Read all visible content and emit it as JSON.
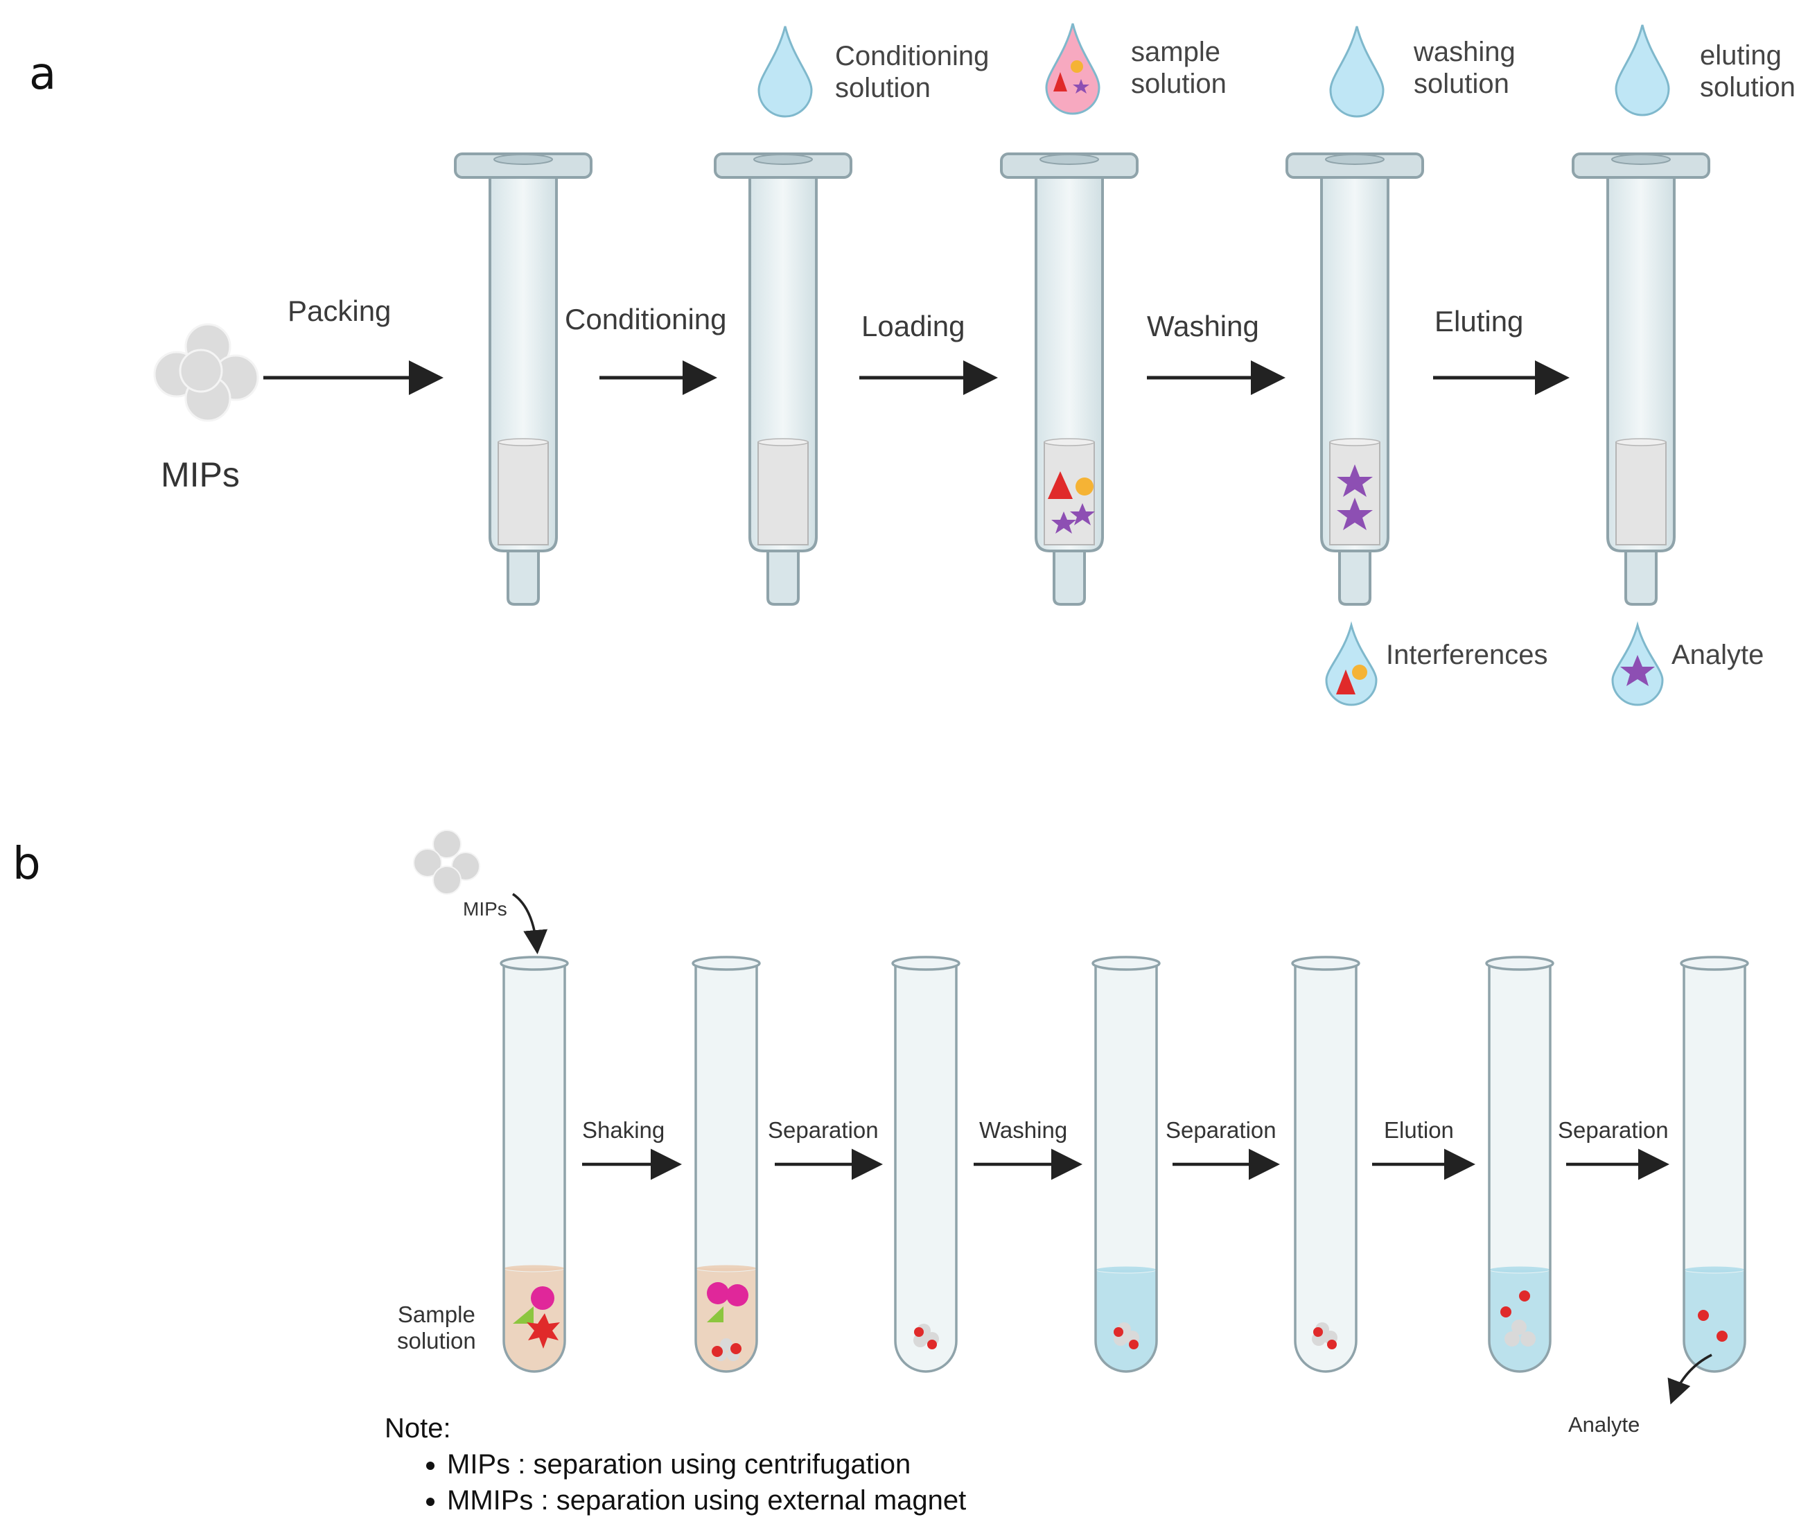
{
  "panel_a": {
    "letter": "a",
    "mips_label": "MIPs",
    "steps": [
      "Packing",
      "Conditioning",
      "Loading",
      "Washing",
      "Eluting"
    ],
    "solutions": [
      {
        "label": "Conditioning\nsolution",
        "drop_color": "#bfe6f5"
      },
      {
        "label": "sample\nsolution",
        "drop_color": "#f7a9c0"
      },
      {
        "label": "washing\nsolution",
        "drop_color": "#bfe6f5"
      },
      {
        "label": "eluting\nsolution",
        "drop_color": "#bfe6f5"
      }
    ],
    "outputs": [
      {
        "label": "Interferences"
      },
      {
        "label": "Analyte"
      }
    ]
  },
  "panel_b": {
    "letter": "b",
    "mips_label": "MIPs",
    "sample_label": "Sample\nsolution",
    "steps": [
      "Shaking",
      "Separation",
      "Washing",
      "Separation",
      "Elution",
      "Separation"
    ],
    "analyte_label": "Analyte",
    "note_title": "Note:",
    "notes": [
      "MIPs : separation using centrifugation",
      "MMIPs : separation using external magnet"
    ]
  },
  "colors": {
    "tube_fill": "#e6eff2",
    "tube_stroke": "#8fa3aa",
    "sorbent": "#e4e4e4",
    "arrow": "#222222",
    "star": "#8d4fb3",
    "triangle": "#e02a2a",
    "circle": "#f5b335",
    "orange_liquid": "#f8b98a",
    "blue_liquid": "#8fd3ea",
    "magenta": "#e0279a",
    "green": "#8cc63f",
    "red_star": "#e02a2a"
  }
}
